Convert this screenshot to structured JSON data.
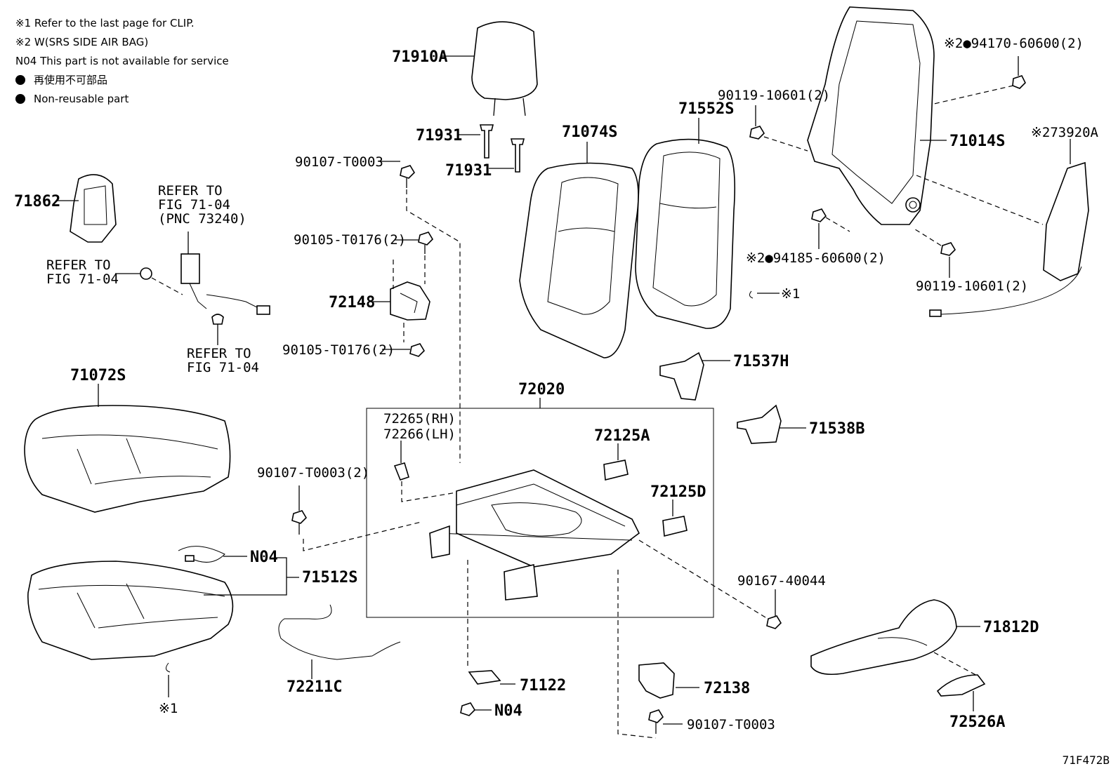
{
  "notes": {
    "n1": "※1 Refer to the last page for CLIP.",
    "n2": "※2 W(SRS SIDE AIR BAG)",
    "n3": "N04 This part is not available for service",
    "n4": "再使用不可部品",
    "n5": "Non-reusable part"
  },
  "figure_id": "71F472B",
  "labels": {
    "p71910A": "71910A",
    "p71931a": "71931",
    "p71931b": "71931",
    "p71074S": "71074S",
    "p71552S": "71552S",
    "p90119a": "90119-10601(2)",
    "p94170": "※2●94170-60600(2)",
    "p71014S": "71014S",
    "p73920A": "※273920A",
    "p94185": "※2●94185-60600(2)",
    "p90119b": "90119-10601(2)",
    "p71862": "71862",
    "refer1a": "REFER TO",
    "refer1b": "FIG 71-04",
    "refer1c": "(PNC 73240)",
    "refer2a": "REFER TO",
    "refer2b": "FIG 71-04",
    "refer3a": "REFER TO",
    "refer3b": "FIG 71-04",
    "p90107a": "90107-T0003",
    "p90105a": "90105-T0176(2)",
    "p72148": "72148",
    "p90105b": "90105-T0176(2)",
    "clip1": "※1",
    "p71537H": "71537H",
    "p71538B": "71538B",
    "p71072S": "71072S",
    "p72020": "72020",
    "p72265": "72265(RH)",
    "p72266": "72266(LH)",
    "p72125A": "72125A",
    "p72125D": "72125D",
    "p90107b": "90107-T0003(2)",
    "n04a": "N04",
    "p71512S": "71512S",
    "p90167": "90167-40044",
    "p71812D": "71812D",
    "p72211C": "72211C",
    "p71122": "71122",
    "n04b": "N04",
    "p72138": "72138",
    "p90107c": "90107-T0003",
    "p72526A": "72526A",
    "clip2": "※1"
  }
}
